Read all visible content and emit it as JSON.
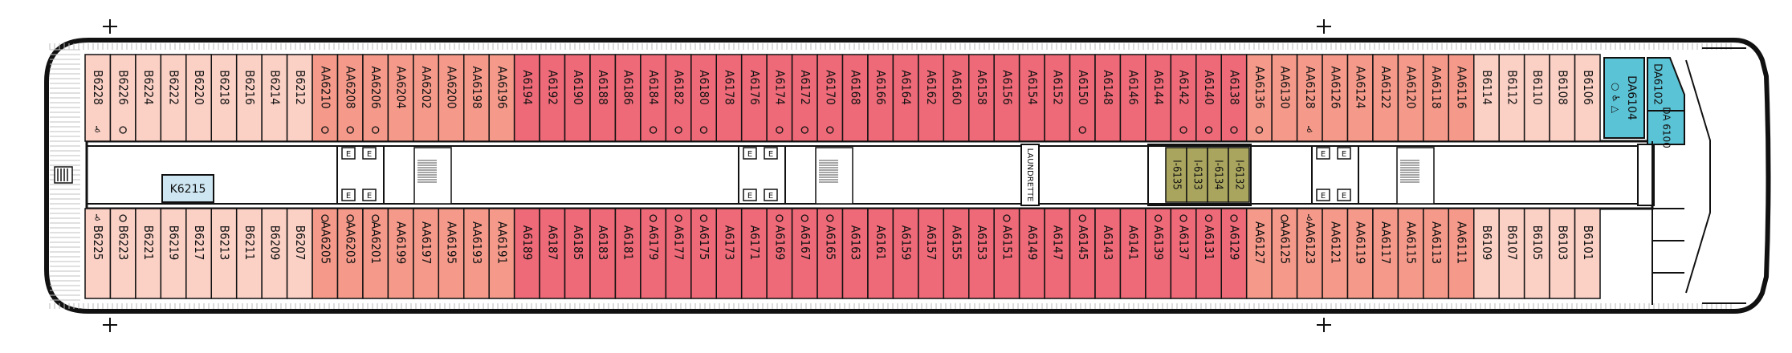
{
  "deck": {
    "colors": {
      "hull_outline": "#111111",
      "hull_bg": "#ffffff",
      "deck_planks": "#c8c8c8",
      "A": "#ee6a78",
      "AA": "#f59a8a",
      "B": "#fbd0c5",
      "BA": "#f8b4a2",
      "I": "#a9a55e",
      "K": "#cde6f2",
      "DA": "#5bc3d6",
      "corridor": "#ffffff"
    },
    "top_row": [
      {
        "label": "B6228",
        "cat": "B",
        "acc": "♿"
      },
      {
        "label": "B6226",
        "cat": "B",
        "conn": true
      },
      {
        "label": "B6224",
        "cat": "B"
      },
      {
        "label": "B6222",
        "cat": "B"
      },
      {
        "label": "B6220",
        "cat": "B"
      },
      {
        "label": "B6218",
        "cat": "B"
      },
      {
        "label": "B6216",
        "cat": "B"
      },
      {
        "label": "B6214",
        "cat": "B"
      },
      {
        "label": "B6212",
        "cat": "B"
      },
      {
        "label": "AA6210",
        "cat": "AA",
        "conn": true
      },
      {
        "label": "AA6208",
        "cat": "AA",
        "conn": true
      },
      {
        "label": "AA6206",
        "cat": "AA",
        "conn": true
      },
      {
        "label": "AA6204",
        "cat": "AA"
      },
      {
        "label": "AA6202",
        "cat": "AA"
      },
      {
        "label": "AA6200",
        "cat": "AA"
      },
      {
        "label": "AA6198",
        "cat": "AA"
      },
      {
        "label": "AA6196",
        "cat": "AA"
      },
      {
        "label": "A6194",
        "cat": "A"
      },
      {
        "label": "A6192",
        "cat": "A"
      },
      {
        "label": "A6190",
        "cat": "A"
      },
      {
        "label": "A6188",
        "cat": "A"
      },
      {
        "label": "A6186",
        "cat": "A"
      },
      {
        "label": "A6184",
        "cat": "A",
        "conn": true
      },
      {
        "label": "A6182",
        "cat": "A",
        "conn": true
      },
      {
        "label": "A6180",
        "cat": "A",
        "conn": true
      },
      {
        "label": "A6178",
        "cat": "A"
      },
      {
        "label": "A6176",
        "cat": "A"
      },
      {
        "label": "A6174",
        "cat": "A",
        "conn": true
      },
      {
        "label": "A6172",
        "cat": "A",
        "conn": true
      },
      {
        "label": "A6170",
        "cat": "A",
        "conn": true
      },
      {
        "label": "A6168",
        "cat": "A"
      },
      {
        "label": "A6166",
        "cat": "A"
      },
      {
        "label": "A6164",
        "cat": "A"
      },
      {
        "label": "A6162",
        "cat": "A"
      },
      {
        "label": "A6160",
        "cat": "A"
      },
      {
        "label": "A6158",
        "cat": "A"
      },
      {
        "label": "A6156",
        "cat": "A"
      },
      {
        "label": "A6154",
        "cat": "A"
      },
      {
        "label": "A6152",
        "cat": "A"
      },
      {
        "label": "A6150",
        "cat": "A",
        "conn": true
      },
      {
        "label": "A6148",
        "cat": "A"
      },
      {
        "label": "A6146",
        "cat": "A"
      },
      {
        "label": "A6144",
        "cat": "A"
      },
      {
        "label": "A6142",
        "cat": "A",
        "conn": true
      },
      {
        "label": "A6140",
        "cat": "A",
        "conn": true
      },
      {
        "label": "A6138",
        "cat": "A",
        "conn": true
      },
      {
        "label": "AA6136",
        "cat": "AA",
        "conn": true
      },
      {
        "label": "AA6130",
        "cat": "AA"
      },
      {
        "label": "AA6128",
        "cat": "AA",
        "acc": "♿"
      },
      {
        "label": "AA6126",
        "cat": "AA"
      },
      {
        "label": "AA6124",
        "cat": "AA"
      },
      {
        "label": "AA6122",
        "cat": "AA"
      },
      {
        "label": "AA6120",
        "cat": "AA"
      },
      {
        "label": "AA6118",
        "cat": "AA"
      },
      {
        "label": "AA6116",
        "cat": "AA"
      },
      {
        "label": "B6114",
        "cat": "B"
      },
      {
        "label": "B6112",
        "cat": "B"
      },
      {
        "label": "B6110",
        "cat": "B"
      },
      {
        "label": "B6108",
        "cat": "B"
      },
      {
        "label": "B6106",
        "cat": "B"
      }
    ],
    "bottom_row": [
      {
        "label": "B6225",
        "cat": "B",
        "acc": "♿"
      },
      {
        "label": "B6223",
        "cat": "B",
        "conn": true
      },
      {
        "label": "B6221",
        "cat": "B"
      },
      {
        "label": "B6219",
        "cat": "B"
      },
      {
        "label": "B6217",
        "cat": "B"
      },
      {
        "label": "B6213",
        "cat": "B"
      },
      {
        "label": "B6211",
        "cat": "B"
      },
      {
        "label": "B6209",
        "cat": "B"
      },
      {
        "label": "B6207",
        "cat": "B"
      },
      {
        "label": "AA6205",
        "cat": "AA",
        "conn": true
      },
      {
        "label": "AA6203",
        "cat": "AA",
        "conn": true
      },
      {
        "label": "AA6201",
        "cat": "AA",
        "conn": true
      },
      {
        "label": "AA6199",
        "cat": "AA"
      },
      {
        "label": "AA6197",
        "cat": "AA"
      },
      {
        "label": "AA6195",
        "cat": "AA"
      },
      {
        "label": "AA6193",
        "cat": "AA"
      },
      {
        "label": "AA6191",
        "cat": "AA"
      },
      {
        "label": "A6189",
        "cat": "A"
      },
      {
        "label": "A6187",
        "cat": "A"
      },
      {
        "label": "A6185",
        "cat": "A"
      },
      {
        "label": "A6183",
        "cat": "A"
      },
      {
        "label": "A6181",
        "cat": "A"
      },
      {
        "label": "A6179",
        "cat": "A",
        "conn": true
      },
      {
        "label": "A6177",
        "cat": "A",
        "conn": true
      },
      {
        "label": "A6175",
        "cat": "A",
        "conn": true
      },
      {
        "label": "A6173",
        "cat": "A"
      },
      {
        "label": "A6171",
        "cat": "A"
      },
      {
        "label": "A6169",
        "cat": "A",
        "conn": true
      },
      {
        "label": "A6167",
        "cat": "A",
        "conn": true
      },
      {
        "label": "A6165",
        "cat": "A",
        "conn": true
      },
      {
        "label": "A6163",
        "cat": "A"
      },
      {
        "label": "A6161",
        "cat": "A"
      },
      {
        "label": "A6159",
        "cat": "A"
      },
      {
        "label": "A6157",
        "cat": "A"
      },
      {
        "label": "A6155",
        "cat": "A"
      },
      {
        "label": "A6153",
        "cat": "A"
      },
      {
        "label": "A6151",
        "cat": "A",
        "conn": true
      },
      {
        "label": "A6149",
        "cat": "A"
      },
      {
        "label": "A6147",
        "cat": "A"
      },
      {
        "label": "A6145",
        "cat": "A",
        "conn": true
      },
      {
        "label": "A6143",
        "cat": "A"
      },
      {
        "label": "A6141",
        "cat": "A"
      },
      {
        "label": "A6139",
        "cat": "A",
        "conn": true
      },
      {
        "label": "A6137",
        "cat": "A",
        "conn": true
      },
      {
        "label": "A6131",
        "cat": "A",
        "conn": true
      },
      {
        "label": "A6129",
        "cat": "A",
        "conn": true
      },
      {
        "label": "AA6127",
        "cat": "AA"
      },
      {
        "label": "AA6125",
        "cat": "AA",
        "conn": true
      },
      {
        "label": "AA6123",
        "cat": "AA",
        "acc": "♿"
      },
      {
        "label": "AA6121",
        "cat": "AA"
      },
      {
        "label": "AA6119",
        "cat": "AA"
      },
      {
        "label": "AA6117",
        "cat": "AA"
      },
      {
        "label": "AA6115",
        "cat": "AA"
      },
      {
        "label": "AA6113",
        "cat": "AA"
      },
      {
        "label": "AA6111",
        "cat": "AA"
      },
      {
        "label": "B6109",
        "cat": "B"
      },
      {
        "label": "B6107",
        "cat": "B"
      },
      {
        "label": "B6105",
        "cat": "B"
      },
      {
        "label": "B6103",
        "cat": "B"
      },
      {
        "label": "B6101",
        "cat": "B"
      }
    ],
    "interior_cabins": [
      {
        "label": "I-6135",
        "cat": "I"
      },
      {
        "label": "I-6133",
        "cat": "I"
      },
      {
        "label": "I-6134",
        "cat": "I"
      },
      {
        "label": "I-6132",
        "cat": "I"
      }
    ],
    "suite_top": {
      "label": "DA6104",
      "cat": "DA",
      "icons": "○ ♿ △"
    },
    "suite_bow_top": {
      "label": "DA6102",
      "cat": "DA"
    },
    "suite_bow_mid": {
      "label": "DA 6100",
      "cat": "DA"
    },
    "crew_room": {
      "label": "K6215",
      "cat": "K"
    },
    "laundrette": {
      "label": "LAUNDRETTE"
    },
    "elevator_label": "E"
  }
}
